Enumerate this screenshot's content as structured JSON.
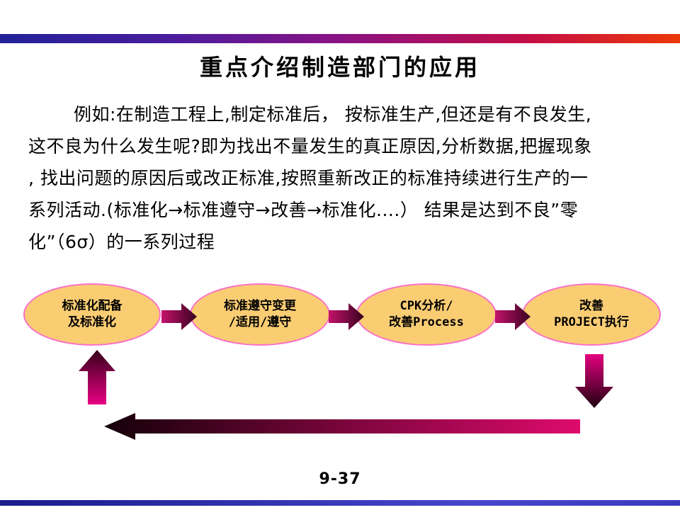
{
  "title": "重点介绍制造部门的应用",
  "paragraph": {
    "lines": [
      "例如:在制造工程上,制定标准后， 按标准生产,但还是有不良发生,",
      "这不良为什么发生呢?即为找出不量发生的真正原因,分析数据,把握现象",
      ", 找出问题的原因后或改正标准,按照重新改正的标准持续进行生产的一",
      "系列活动.(标准化→标准遵守→改善→标准化....） 结果是达到不良”零",
      "化”（6σ）的一系列过程"
    ]
  },
  "flow": {
    "nodes": [
      {
        "line1": "标准化配备",
        "line2": "及标准化"
      },
      {
        "line1": "标准遵守变更",
        "line2": "/适用/遵守"
      },
      {
        "line1": "CPK分析/",
        "line2": "改善Process"
      },
      {
        "line1": "改善",
        "line2": "PROJECT执行"
      }
    ]
  },
  "footer": {
    "page_number": "9-37"
  },
  "colors": {
    "node_fill": "#FACD73",
    "node_border": "#FA6FC8",
    "connector_arrow_from": "#C4136B",
    "connector_arrow_to": "#37001E",
    "up_arrow_from": "#330019",
    "up_arrow_to": "#EA0084",
    "down_arrow_from": "#E4007F",
    "down_arrow_to": "#1E000F",
    "long_arrow_from": "#150009",
    "long_arrow_to": "#DE0A6D",
    "top_bar_left": "#222298",
    "top_bar_mid": "#8A1283",
    "top_bar_right": "#EC3808",
    "bottom_bar_left": "#1B1B8C",
    "bottom_bar_right": "#3A3AC0"
  }
}
